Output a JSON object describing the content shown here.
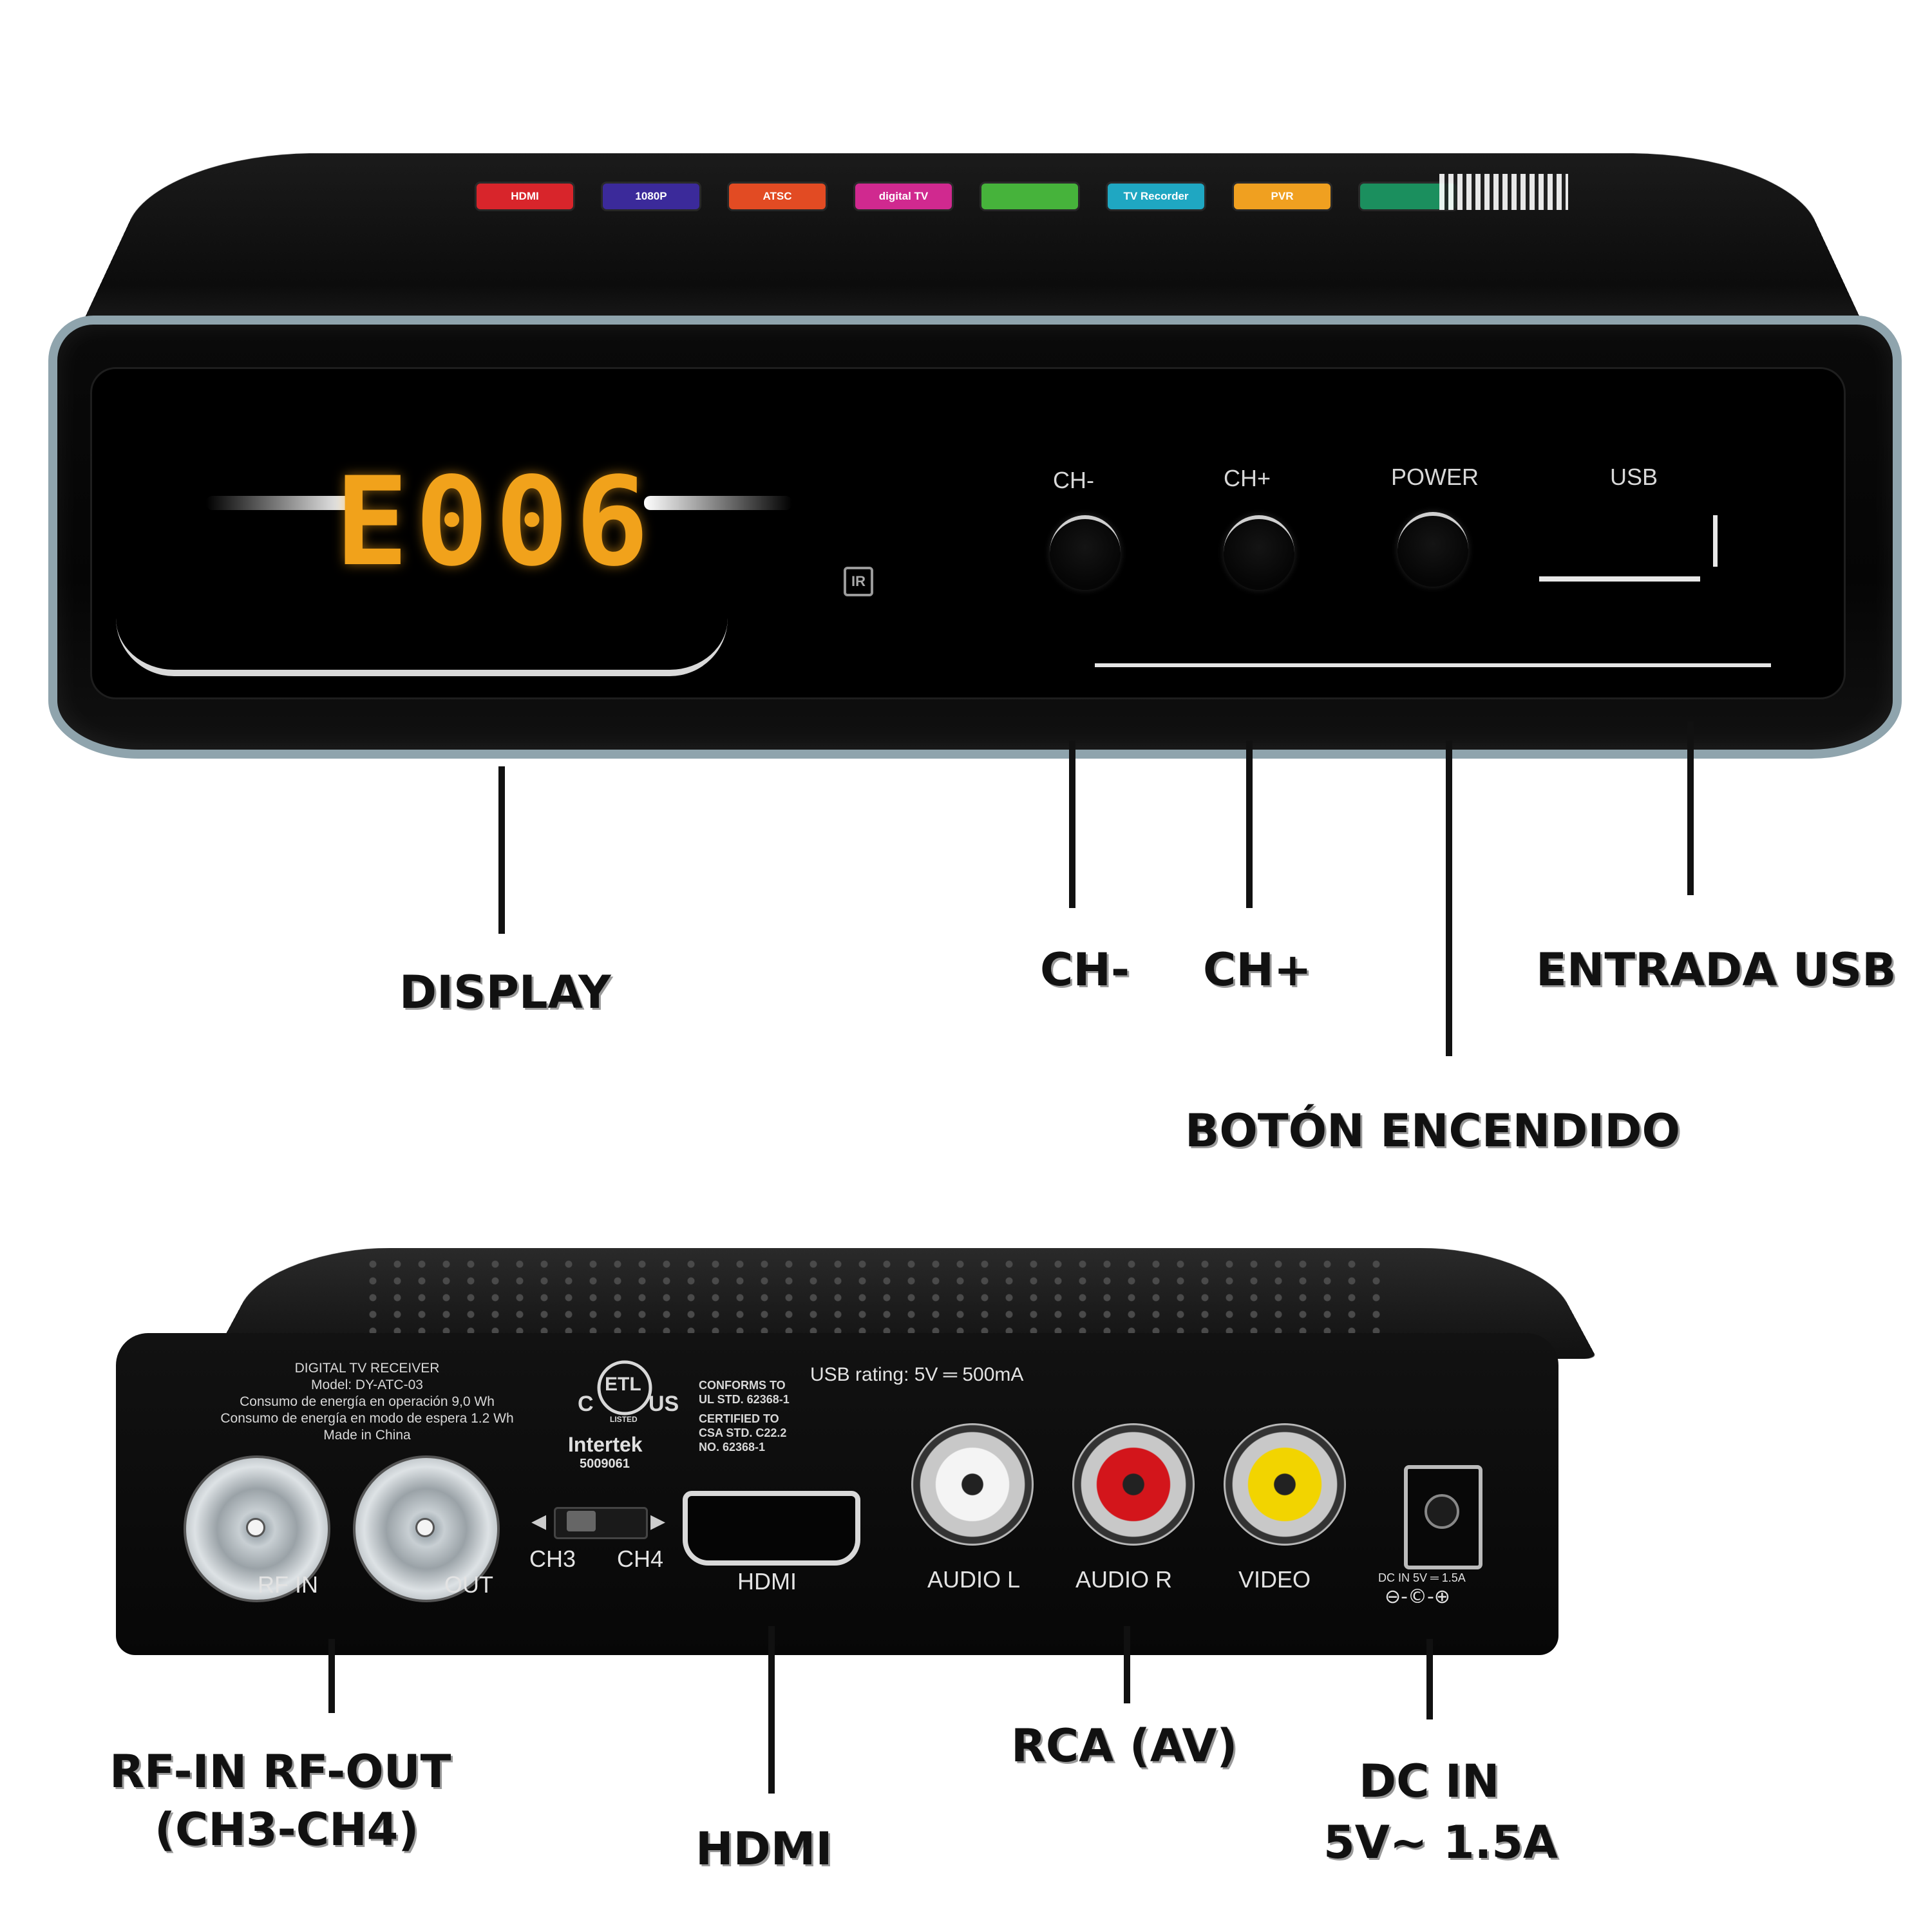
{
  "front": {
    "badges": [
      {
        "label": "HDMI",
        "color": "#d8252b"
      },
      {
        "label": "1080P",
        "color": "#3b2a9a"
      },
      {
        "label": "ATSC",
        "color": "#e24b23"
      },
      {
        "label": "digital TV",
        "color": "#d0298f"
      },
      {
        "label": "",
        "color": "#46b33b"
      },
      {
        "label": "TV Recorder",
        "color": "#1fa7c2"
      },
      {
        "label": "PVR",
        "color": "#f0a020"
      },
      {
        "label": "",
        "color": "#1b8f5e"
      }
    ],
    "display_value": "E006",
    "display_color": "#f1a21b",
    "ir_label": "IR",
    "controls": {
      "ch_minus": "CH-",
      "ch_plus": "CH+",
      "power": "POWER",
      "usb": "USB"
    }
  },
  "callouts_front": {
    "display": "DISPLAY",
    "ch_minus": "CH-",
    "ch_plus": "CH+",
    "power": "BOTÓN ENCENDIDO",
    "usb": "ENTRADA USB"
  },
  "back": {
    "label_lines": [
      "DIGITAL TV RECEIVER",
      "Model: DY-ATC-03",
      "Consumo de energía en operación  9,0 Wh",
      "Consumo de energía en modo de espera  1.2 Wh",
      "Made in China"
    ],
    "etl_c": "C",
    "etl_us": "US",
    "etl_mark": "ETL",
    "etl_listed": "LISTED",
    "intertek": "Intertek",
    "intertek_no": "5009061",
    "cert_lines": [
      "CONFORMS TO",
      "UL STD. 62368-1",
      "",
      "CERTIFIED TO",
      "CSA STD. C22.2",
      "NO. 62368-1"
    ],
    "usb_rating": "USB rating: 5V ═ 500mA",
    "ports": {
      "rf_in": "RF IN",
      "out": "OUT",
      "ch3": "CH3",
      "ch4": "CH4",
      "hdmi": "HDMI",
      "audio_l": "AUDIO L",
      "audio_r": "AUDIO R",
      "video": "VIDEO",
      "dc_in": "DC IN 5V ═ 1.5A"
    },
    "rca_colors": {
      "audio_l": "#f4f4f4",
      "audio_r": "#d3151b",
      "video": "#f2d400"
    }
  },
  "callouts_back": {
    "rf_line1": "RF-IN RF-OUT",
    "rf_line2": "(CH3-CH4)",
    "hdmi": "HDMI",
    "rca": "RCA (AV)",
    "dc_line1": "DC IN",
    "dc_line2": "5V~ 1.5A"
  }
}
